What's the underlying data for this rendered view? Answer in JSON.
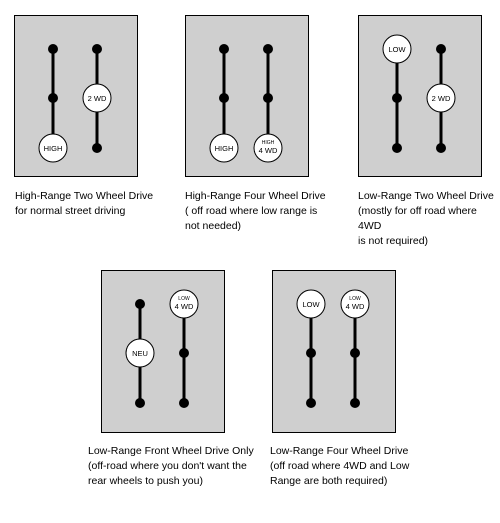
{
  "diagrams": [
    {
      "caption": "High-Range Two Wheel Drive\nfor normal street driving",
      "left_lever": {
        "position": "bottom",
        "knob_label": "HIGH",
        "knob_small_label": ""
      },
      "right_lever": {
        "position": "middle",
        "knob_label": "2 WD",
        "knob_small_label": ""
      }
    },
    {
      "caption": "High-Range Four Wheel Drive\n( off road where low range is\nnot needed)",
      "left_lever": {
        "position": "bottom",
        "knob_label": "HIGH",
        "knob_small_label": ""
      },
      "right_lever": {
        "position": "bottom",
        "knob_label": "4 WD",
        "knob_small_label": "HIGH"
      }
    },
    {
      "caption": "Low-Range Two Wheel Drive\n(mostly for off road where 4WD\nis not required)",
      "left_lever": {
        "position": "top",
        "knob_label": "LOW",
        "knob_small_label": ""
      },
      "right_lever": {
        "position": "middle",
        "knob_label": "2 WD",
        "knob_small_label": ""
      }
    },
    {
      "caption": "Low-Range Front Wheel Drive Only\n(off-road where you don't want the\nrear wheels to push you)",
      "left_lever": {
        "position": "middle",
        "knob_label": "NEU",
        "knob_small_label": ""
      },
      "right_lever": {
        "position": "top",
        "knob_label": "4 WD",
        "knob_small_label": "LOW"
      }
    },
    {
      "caption": "Low-Range Four Wheel Drive\n(off road where 4WD and Low\nRange are both required)",
      "left_lever": {
        "position": "top",
        "knob_label": "LOW",
        "knob_small_label": ""
      },
      "right_lever": {
        "position": "top",
        "knob_label": "4 WD",
        "knob_small_label": "LOW"
      }
    }
  ],
  "colors": {
    "panel": "#cfcfcf",
    "track": "#000000",
    "knob_fill": "#ffffff",
    "border": "#000000"
  }
}
